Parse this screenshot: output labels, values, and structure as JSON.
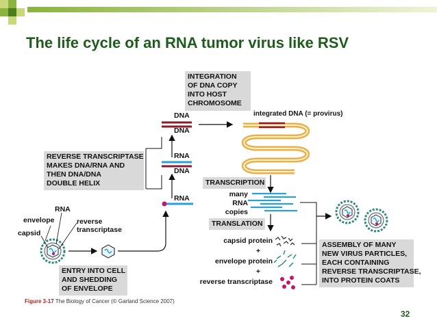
{
  "slide": {
    "title": "The life cycle of an RNA tumor virus like RSV",
    "page_number": "32",
    "caption_fig": "Figure 3-17",
    "caption_rest": " The Biology of Cancer (© Garland Science 2007)"
  },
  "boxes": {
    "integration": [
      "INTEGRATION",
      "OF DNA COPY",
      "INTO HOST",
      "CHROMOSOME"
    ],
    "reverse_transcriptase": [
      "REVERSE TRANSCRIPTASE",
      "MAKES DNA/RNA AND",
      "THEN DNA/DNA",
      "DOUBLE HELIX"
    ],
    "transcription": "TRANSCRIPTION",
    "translation": "TRANSLATION",
    "entry": [
      "ENTRY INTO CELL",
      "AND SHEDDING",
      "OF ENVELOPE"
    ],
    "assembly": [
      "ASSEMBLY OF MANY",
      "NEW VIRUS PARTICLES,",
      "EACH CONTAINING",
      "REVERSE TRANSCRIPTASE,",
      "INTO PROTEIN COATS"
    ]
  },
  "labels": {
    "dna_top": "DNA",
    "dna_top2": "DNA",
    "rna_mid": "RNA",
    "dna_mid": "DNA",
    "rna_low": "RNA",
    "integrated_dna": "integrated DNA (= provirus)",
    "many_rna": [
      "many",
      "RNA",
      "copies"
    ],
    "virus_rna": "RNA",
    "envelope": "envelope",
    "reverse": [
      "reverse",
      "transcriptase"
    ],
    "capsid": "capsid",
    "capsid_protein": "capsid protein",
    "plus1": "+",
    "envelope_protein": "envelope protein",
    "plus2": "+",
    "reverse_transcriptase": "reverse transcriptase"
  },
  "colors": {
    "title": "#1f5b1c",
    "dna_strand": "#8b1a2b",
    "rna_strand": "#2a9fd6",
    "host_dna": "#e8b04a",
    "virus_ring": "#2e8b7a",
    "enzyme": "#c0166f",
    "box_bg": "#d9d9d9"
  }
}
